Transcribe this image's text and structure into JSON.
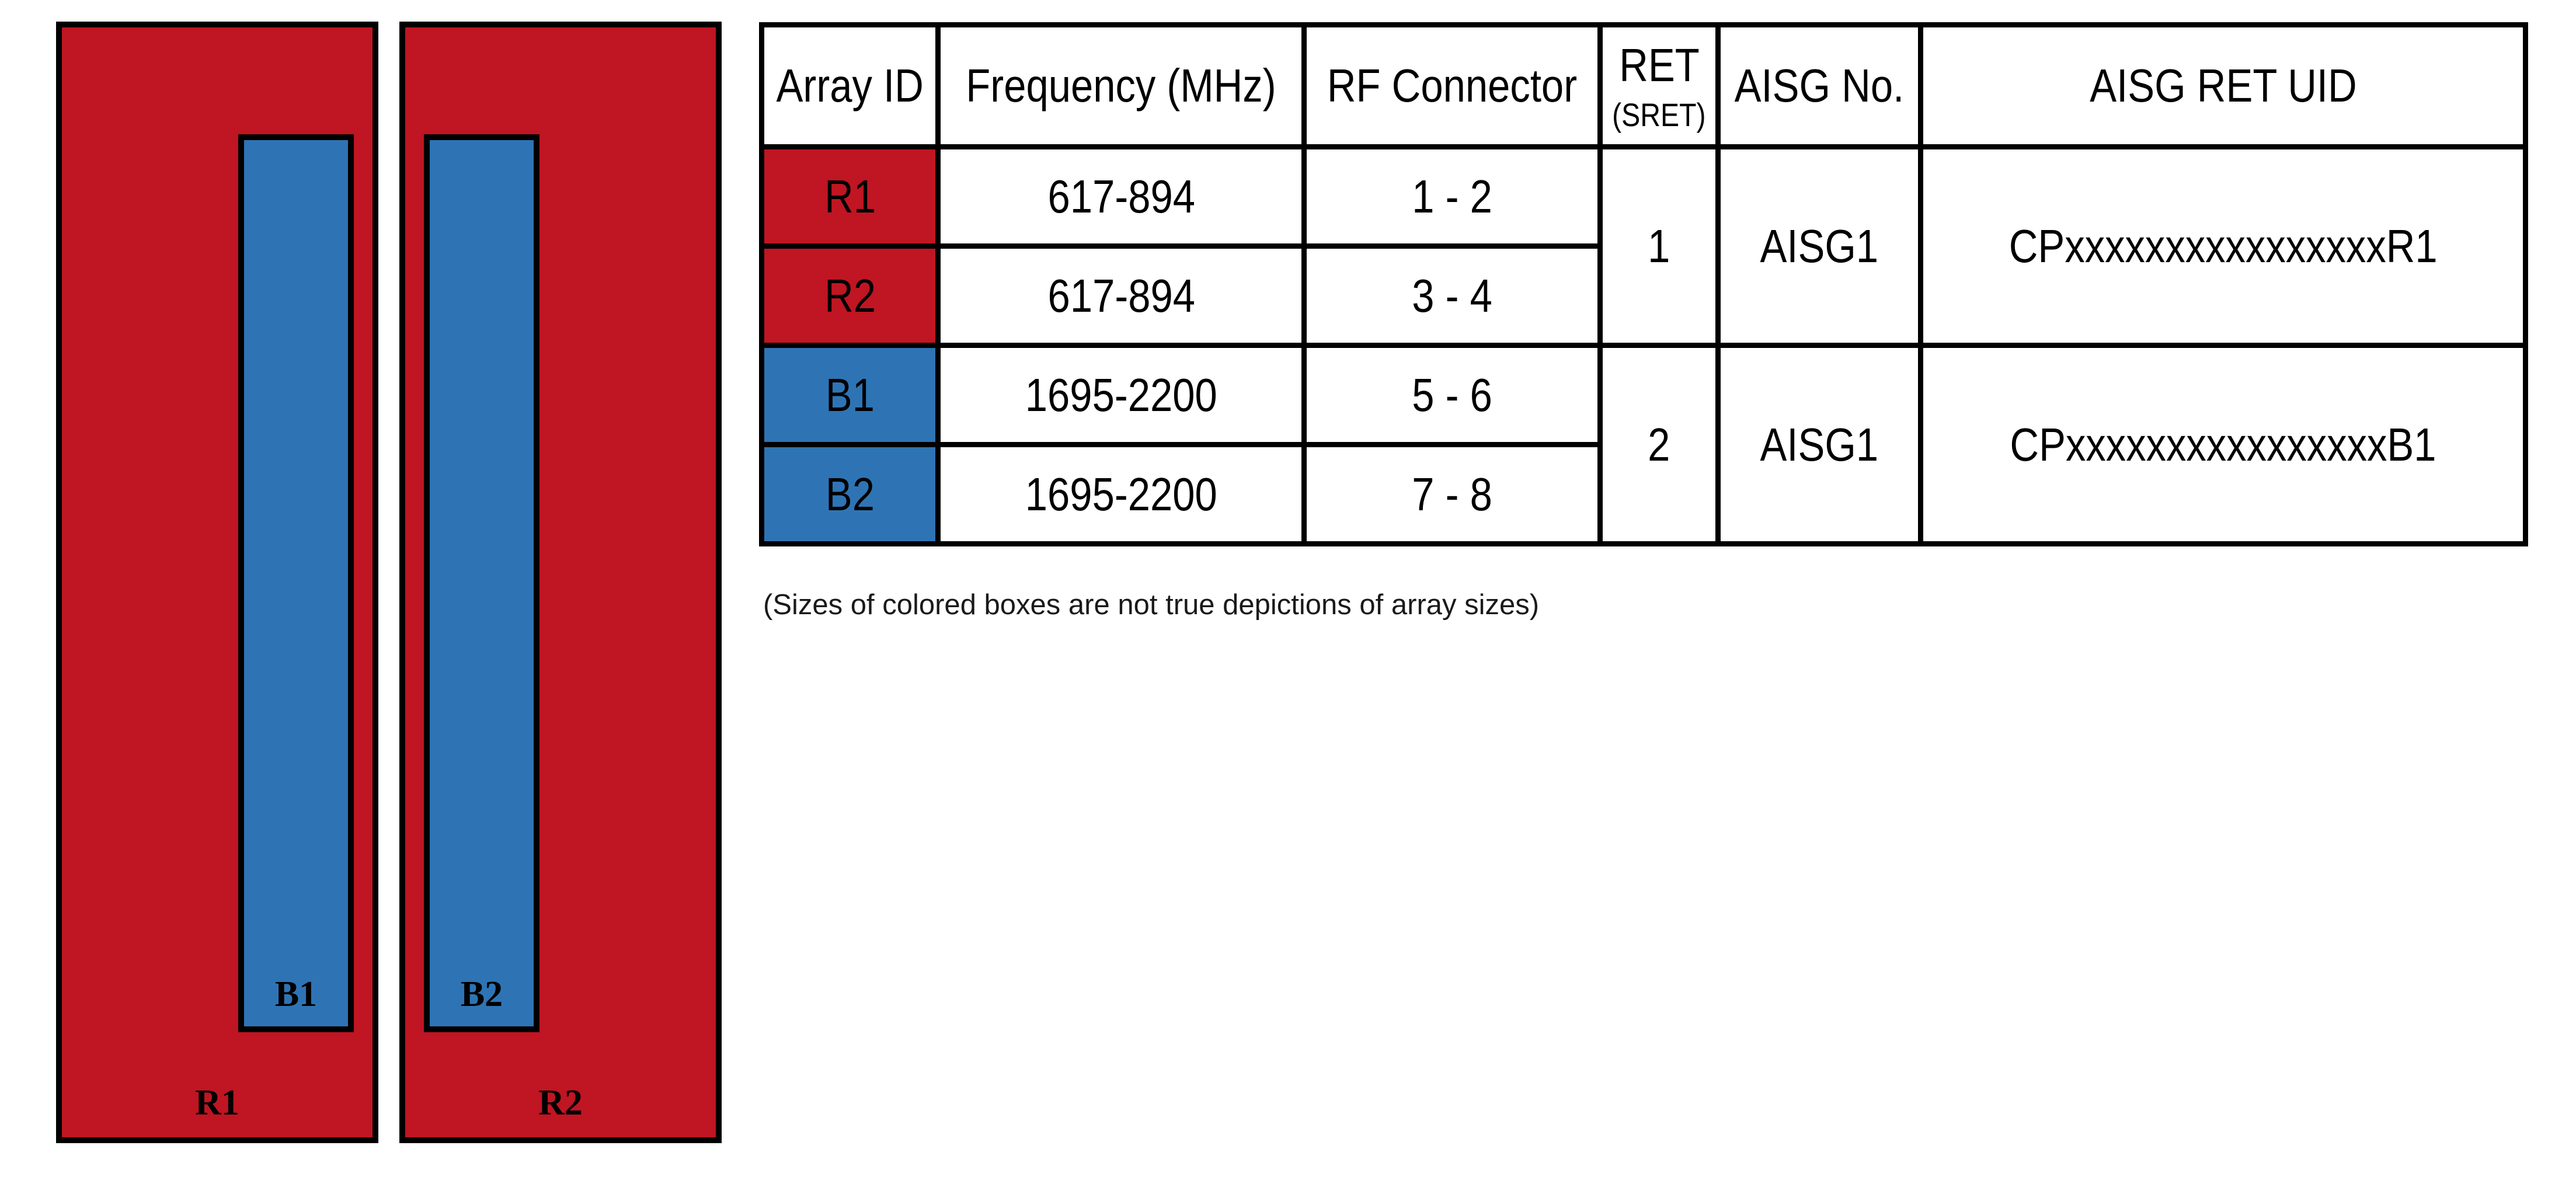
{
  "colors": {
    "red": "#c01522",
    "blue": "#2e74b5",
    "border": "#000000",
    "text": "#000000"
  },
  "diagram": {
    "arrays": [
      {
        "outer_label": "R1",
        "inner_label": "B1"
      },
      {
        "outer_label": "R2",
        "inner_label": "B2"
      }
    ],
    "note": "(Sizes of colored boxes are not true depictions of array sizes)"
  },
  "table": {
    "headers": {
      "array_id": "Array ID",
      "frequency": "Frequency (MHz)",
      "rf_connector": "RF Connector",
      "ret_line1": "RET",
      "ret_line2": "(SRET)",
      "aisg_no": "AISG No.",
      "aisg_ret_uid": "AISG RET UID"
    },
    "rows": [
      {
        "array_id": "R1",
        "frequency": "617-894",
        "rf_connector": "1 - 2",
        "color": "#c01522"
      },
      {
        "array_id": "R2",
        "frequency": "617-894",
        "rf_connector": "3 - 4",
        "color": "#c01522"
      },
      {
        "array_id": "B1",
        "frequency": "1695-2200",
        "rf_connector": "5 - 6",
        "color": "#2e74b5"
      },
      {
        "array_id": "B2",
        "frequency": "1695-2200",
        "rf_connector": "7 - 8",
        "color": "#2e74b5"
      }
    ],
    "groups": [
      {
        "ret": "1",
        "aisg_no": "AISG1",
        "aisg_ret_uid": "CPxxxxxxxxxxxxxxxxR1"
      },
      {
        "ret": "2",
        "aisg_no": "AISG1",
        "aisg_ret_uid": "CPxxxxxxxxxxxxxxxxB1"
      }
    ]
  }
}
